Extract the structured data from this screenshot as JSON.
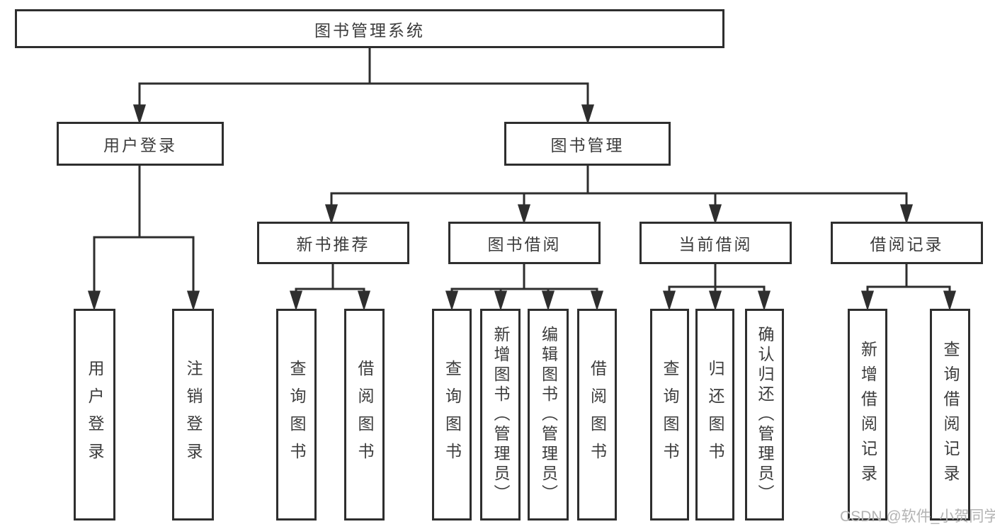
{
  "diagram": {
    "root": {
      "label": "图书管理系统"
    },
    "level2": [
      {
        "label": "用户登录"
      },
      {
        "label": "图书管理"
      }
    ],
    "level3": [
      {
        "label": "新书推荐"
      },
      {
        "label": "图书借阅"
      },
      {
        "label": "当前借阅"
      },
      {
        "label": "借阅记录"
      }
    ],
    "leaves": {
      "user_login": [
        "用户登录",
        "注销登录"
      ],
      "new_book_recommend": [
        "查询图书",
        "借阅图书"
      ],
      "book_borrow": [
        "查询图书",
        "新增图书（管理员）",
        "编辑图书（管理员）",
        "借阅图书"
      ],
      "current_borrow": [
        "查询图书",
        "归还图书",
        "确认归还（管理员）"
      ],
      "borrow_record": [
        "新增借阅记录",
        "查询借阅记录"
      ]
    },
    "watermark": "CSDN @软件_小贺同学",
    "colors": {
      "line": "#2e2e2e",
      "text": "#3c3c3c",
      "watermark": "#b3b3b3",
      "background": "#ffffff"
    }
  }
}
